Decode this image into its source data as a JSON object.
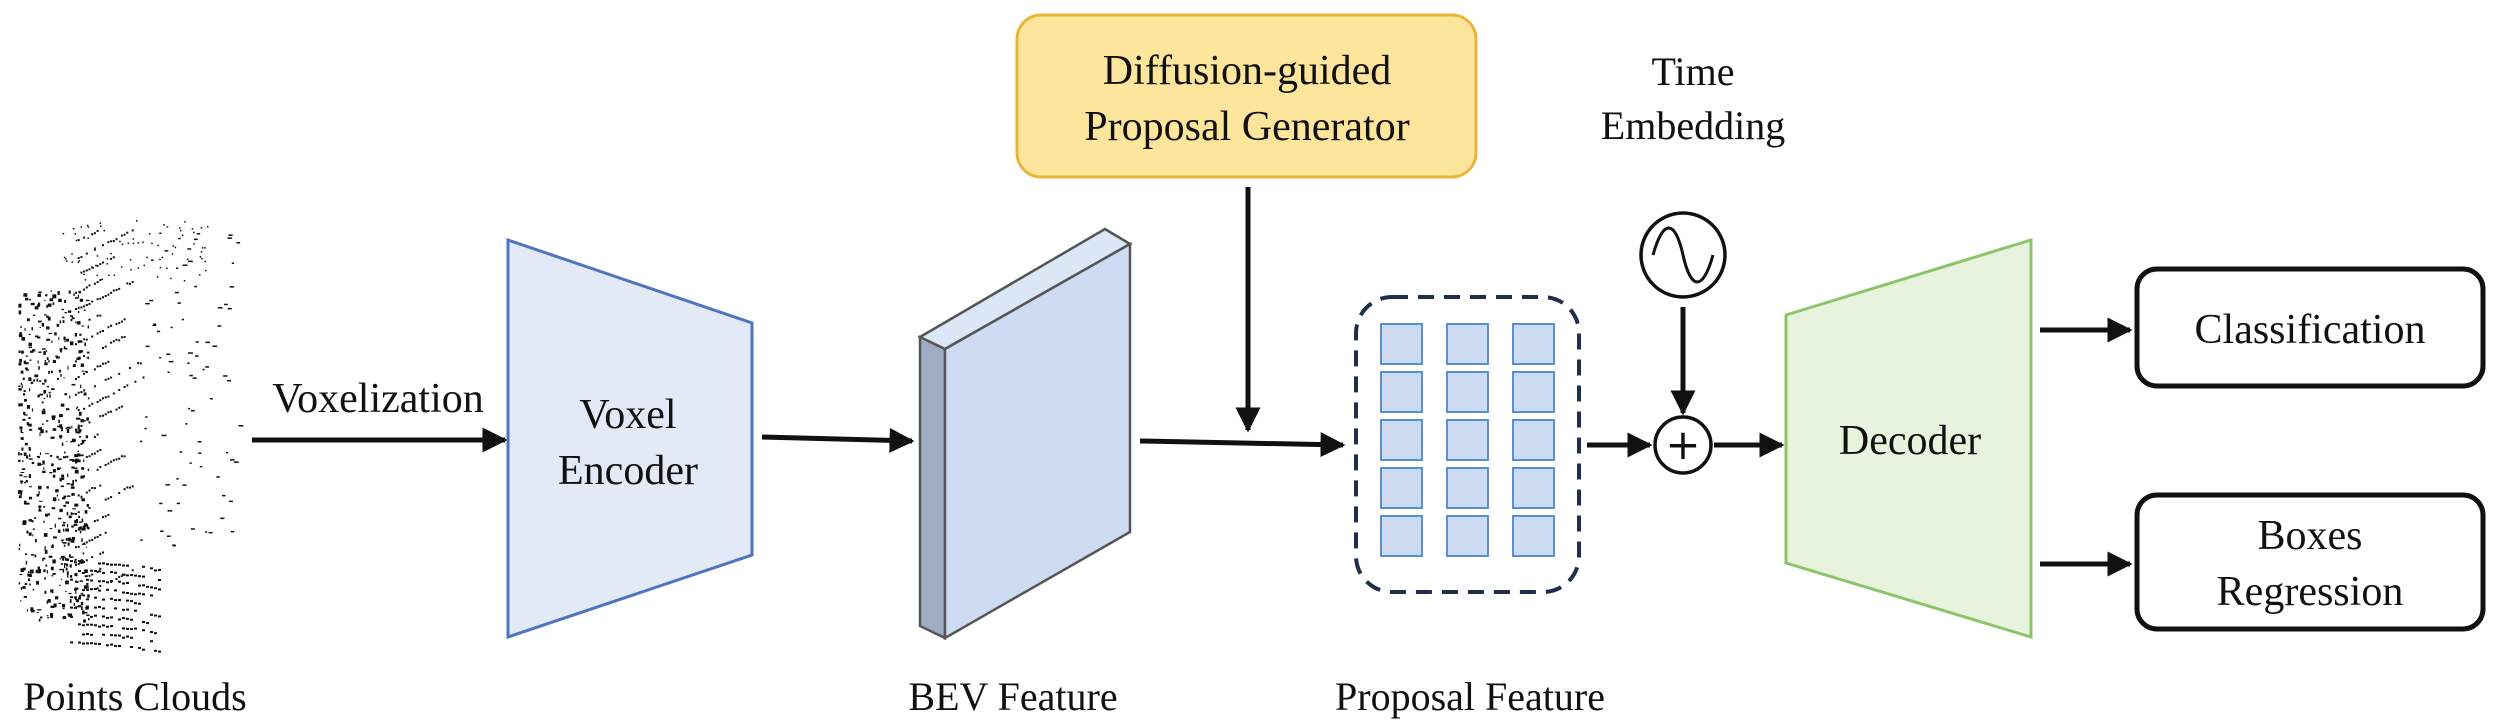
{
  "point_cloud": {
    "label": "Points Clouds"
  },
  "voxelization": {
    "label": "Voxelization"
  },
  "voxel_encoder": {
    "line1": "Voxel",
    "line2": "Encoder"
  },
  "bev_feature": {
    "label": "BEV Feature"
  },
  "proposal_generator": {
    "line1": "Diffusion-guided",
    "line2": "Proposal Generator"
  },
  "proposal_feature": {
    "label": "Proposal Feature",
    "grid_rows": 5,
    "grid_cols": 3
  },
  "time_embedding": {
    "line1": "Time",
    "line2": "Embedding",
    "plus_symbol": "+"
  },
  "decoder": {
    "label": "Decoder"
  },
  "outputs": {
    "classification": "Classification",
    "boxes_line1": "Boxes",
    "boxes_line2": "Regression"
  },
  "colors": {
    "encoder_fill": "#e3e9f7",
    "encoder_stroke": "#4f74c0",
    "bev_front": "#cddcf3",
    "bev_top": "#dbe6f7",
    "bev_side": "#9eadc3",
    "generator_fill": "#fde59c",
    "generator_stroke": "#eab53a",
    "cell_fill": "#cddcf3",
    "cell_stroke": "#5b8fd0",
    "decoder_fill": "#e8f3de",
    "decoder_stroke": "#8cc46a"
  }
}
